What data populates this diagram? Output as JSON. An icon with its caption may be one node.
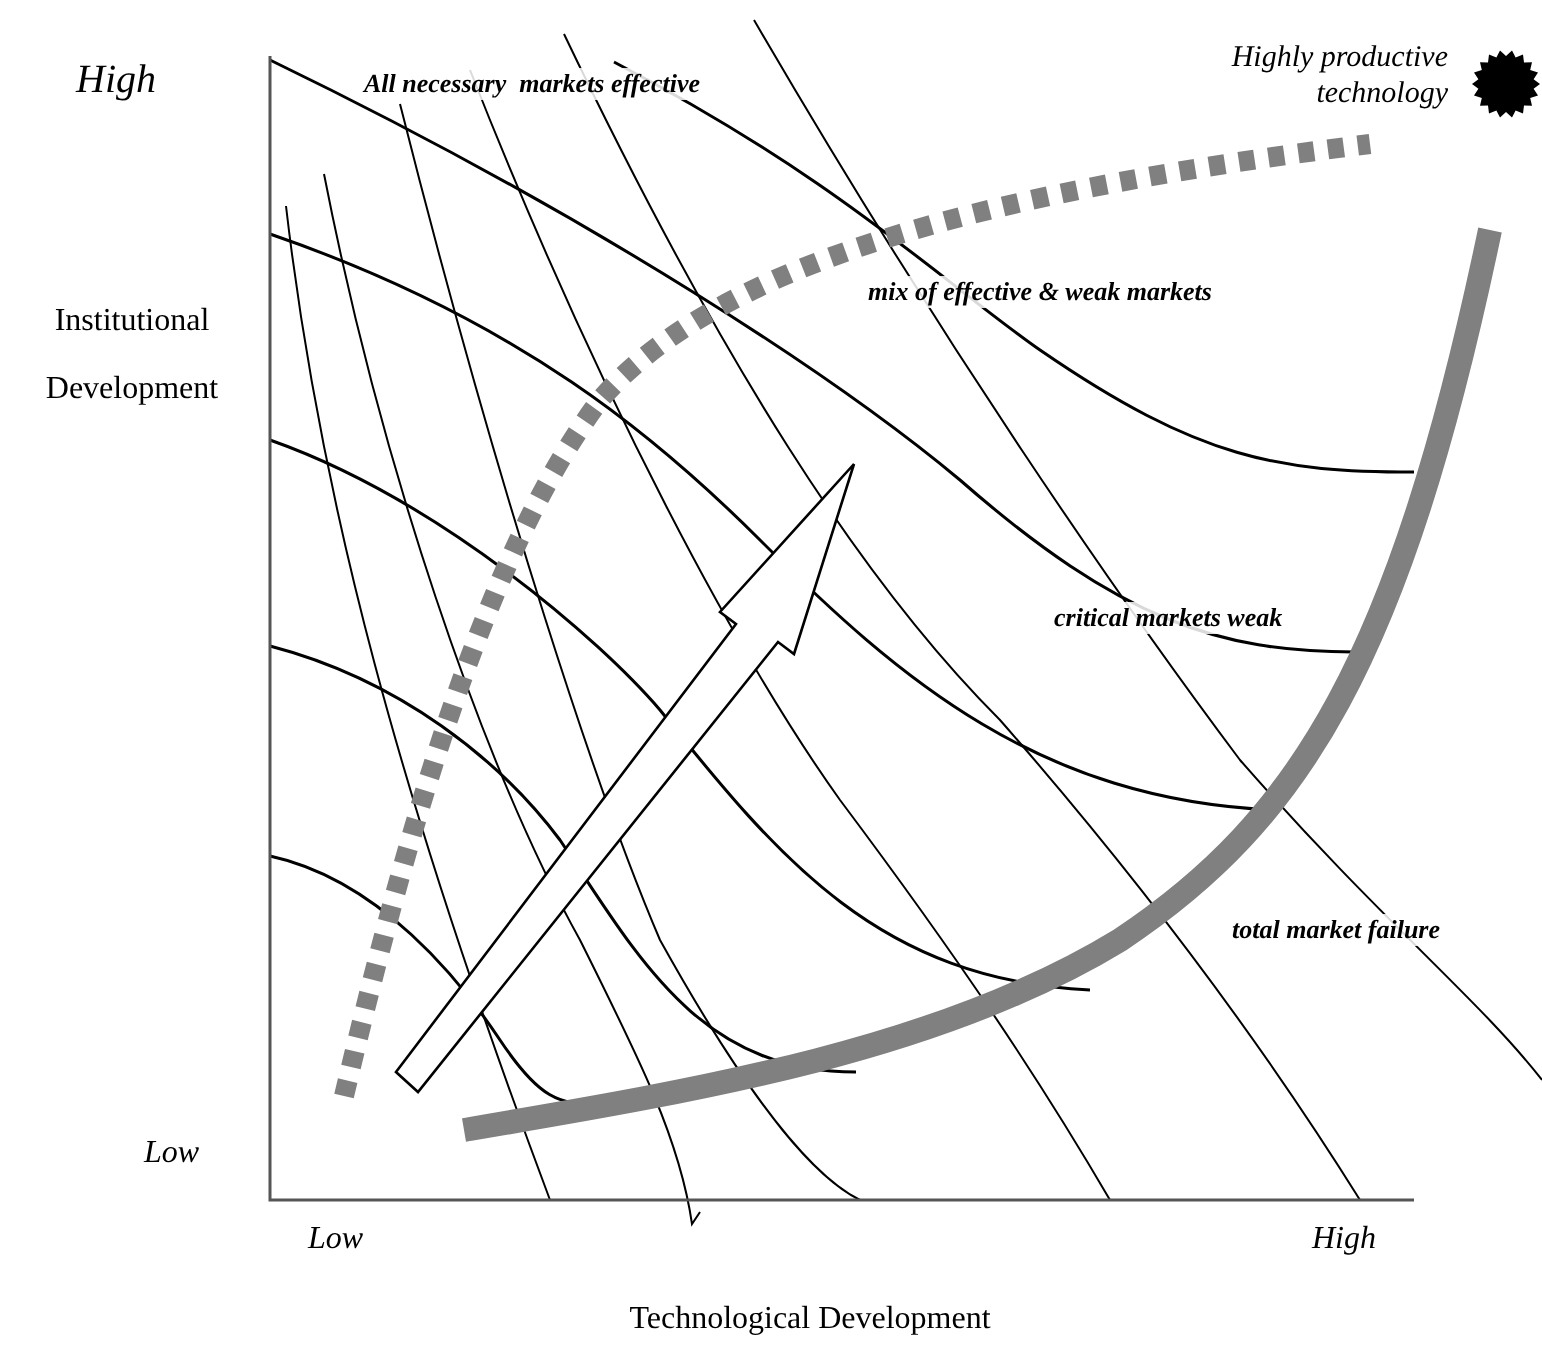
{
  "diagram": {
    "labels": [
      "High",
      "All necessary  markets effective",
      "Highly productive technology",
      "Institutional Development",
      "mix of effective & weak markets",
      "critical markets weak",
      "total market failure",
      "Low",
      "Low",
      "High",
      "Technological Development"
    ]
  }
}
